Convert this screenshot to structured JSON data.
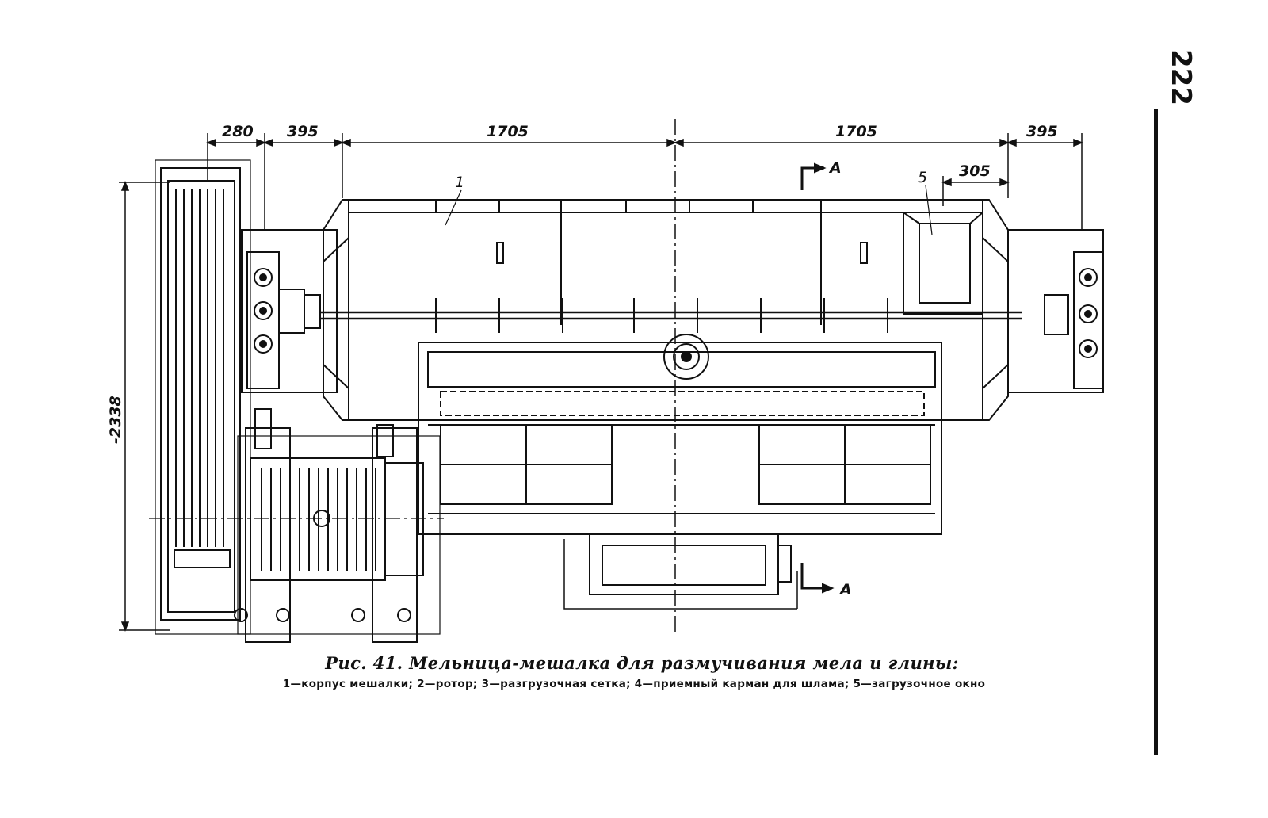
{
  "page_number": "222",
  "dimensions": {
    "d280": "280",
    "d395_left": "395",
    "d1705_left": "1705",
    "d1705_right": "1705",
    "d395_right": "395",
    "d305": "305",
    "d2338": "-2338"
  },
  "section_marks": {
    "top": "A",
    "bottom": "A"
  },
  "part_labels": {
    "p1": "1",
    "p5": "5"
  },
  "caption": {
    "title": "Рис. 41. Мельница-мешалка для размучивания мела и глины:",
    "legend": "1—корпус мешалки; 2—ротор; 3—разгрузочная сетка; 4—приемный карман для шлама; 5—загрузочное окно"
  }
}
